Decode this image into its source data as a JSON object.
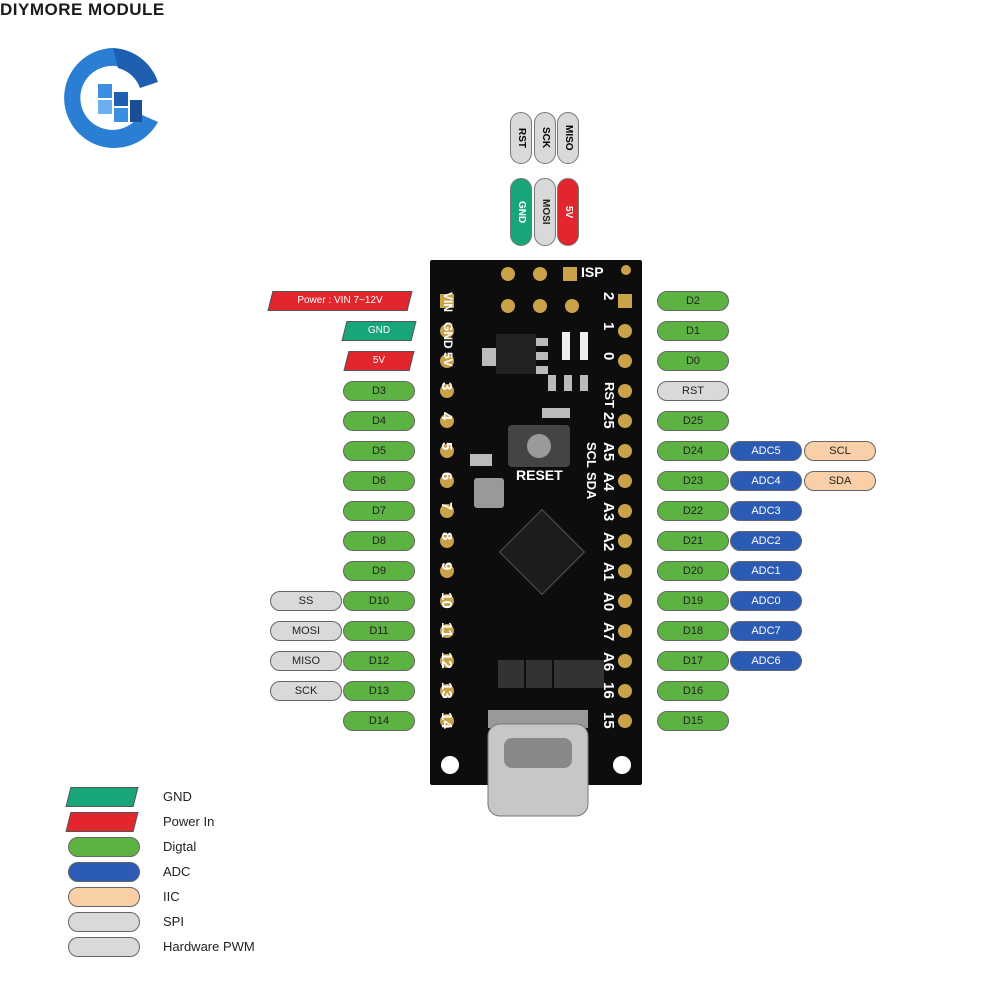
{
  "brand": {
    "name": "DIYMORE MODULE"
  },
  "colors": {
    "gnd": "#18a57a",
    "power": "#e1262d",
    "digital": "#5cb341",
    "adc": "#2b5bb5",
    "iic": "#f8cfa7",
    "pwm": "#d9d9d9"
  },
  "isp_header": {
    "top": [
      "RST",
      "SCK",
      "MISO"
    ],
    "bottom": [
      "GND",
      "MOSI",
      "5V"
    ]
  },
  "board": {
    "isp_label": "ISP",
    "reset_label": "RESET",
    "left_silk": [
      "VIN",
      "GND",
      "5V",
      "3",
      "4",
      "5",
      "6",
      "7",
      "8",
      "9",
      "10",
      "11",
      "12",
      "13",
      "14"
    ],
    "right_silk": [
      "2",
      "1",
      "0",
      "RST",
      "25",
      "A5",
      "A4",
      "A3",
      "A2",
      "A1",
      "A0",
      "A7",
      "A6",
      "16",
      "15"
    ],
    "right_silk_extra": [
      "SCL",
      "SDA"
    ]
  },
  "left_pins": {
    "power": [
      "Power : VIN  7~12V",
      "GND",
      "5V"
    ],
    "digital": [
      "D3",
      "D4",
      "D5",
      "D6",
      "D7",
      "D8",
      "D9",
      "D10",
      "D11",
      "D12",
      "D13",
      "D14"
    ],
    "spi": [
      "SS",
      "MOSI",
      "MISO",
      "SCK"
    ]
  },
  "right_pins": {
    "digital": [
      "D2",
      "D1",
      "D0",
      "RST",
      "D25",
      "D24",
      "D23",
      "D22",
      "D21",
      "D20",
      "D19",
      "D18",
      "D17",
      "D16",
      "D15"
    ],
    "adc": [
      "ADC5",
      "ADC4",
      "ADC3",
      "ADC2",
      "ADC1",
      "ADC0",
      "ADC7",
      "ADC6"
    ],
    "iic": [
      "SCL",
      "SDA"
    ]
  },
  "legend": [
    "GND",
    "Power In",
    "Digtal",
    "ADC",
    "IIC",
    "SPI",
    "Hardware PWM"
  ]
}
